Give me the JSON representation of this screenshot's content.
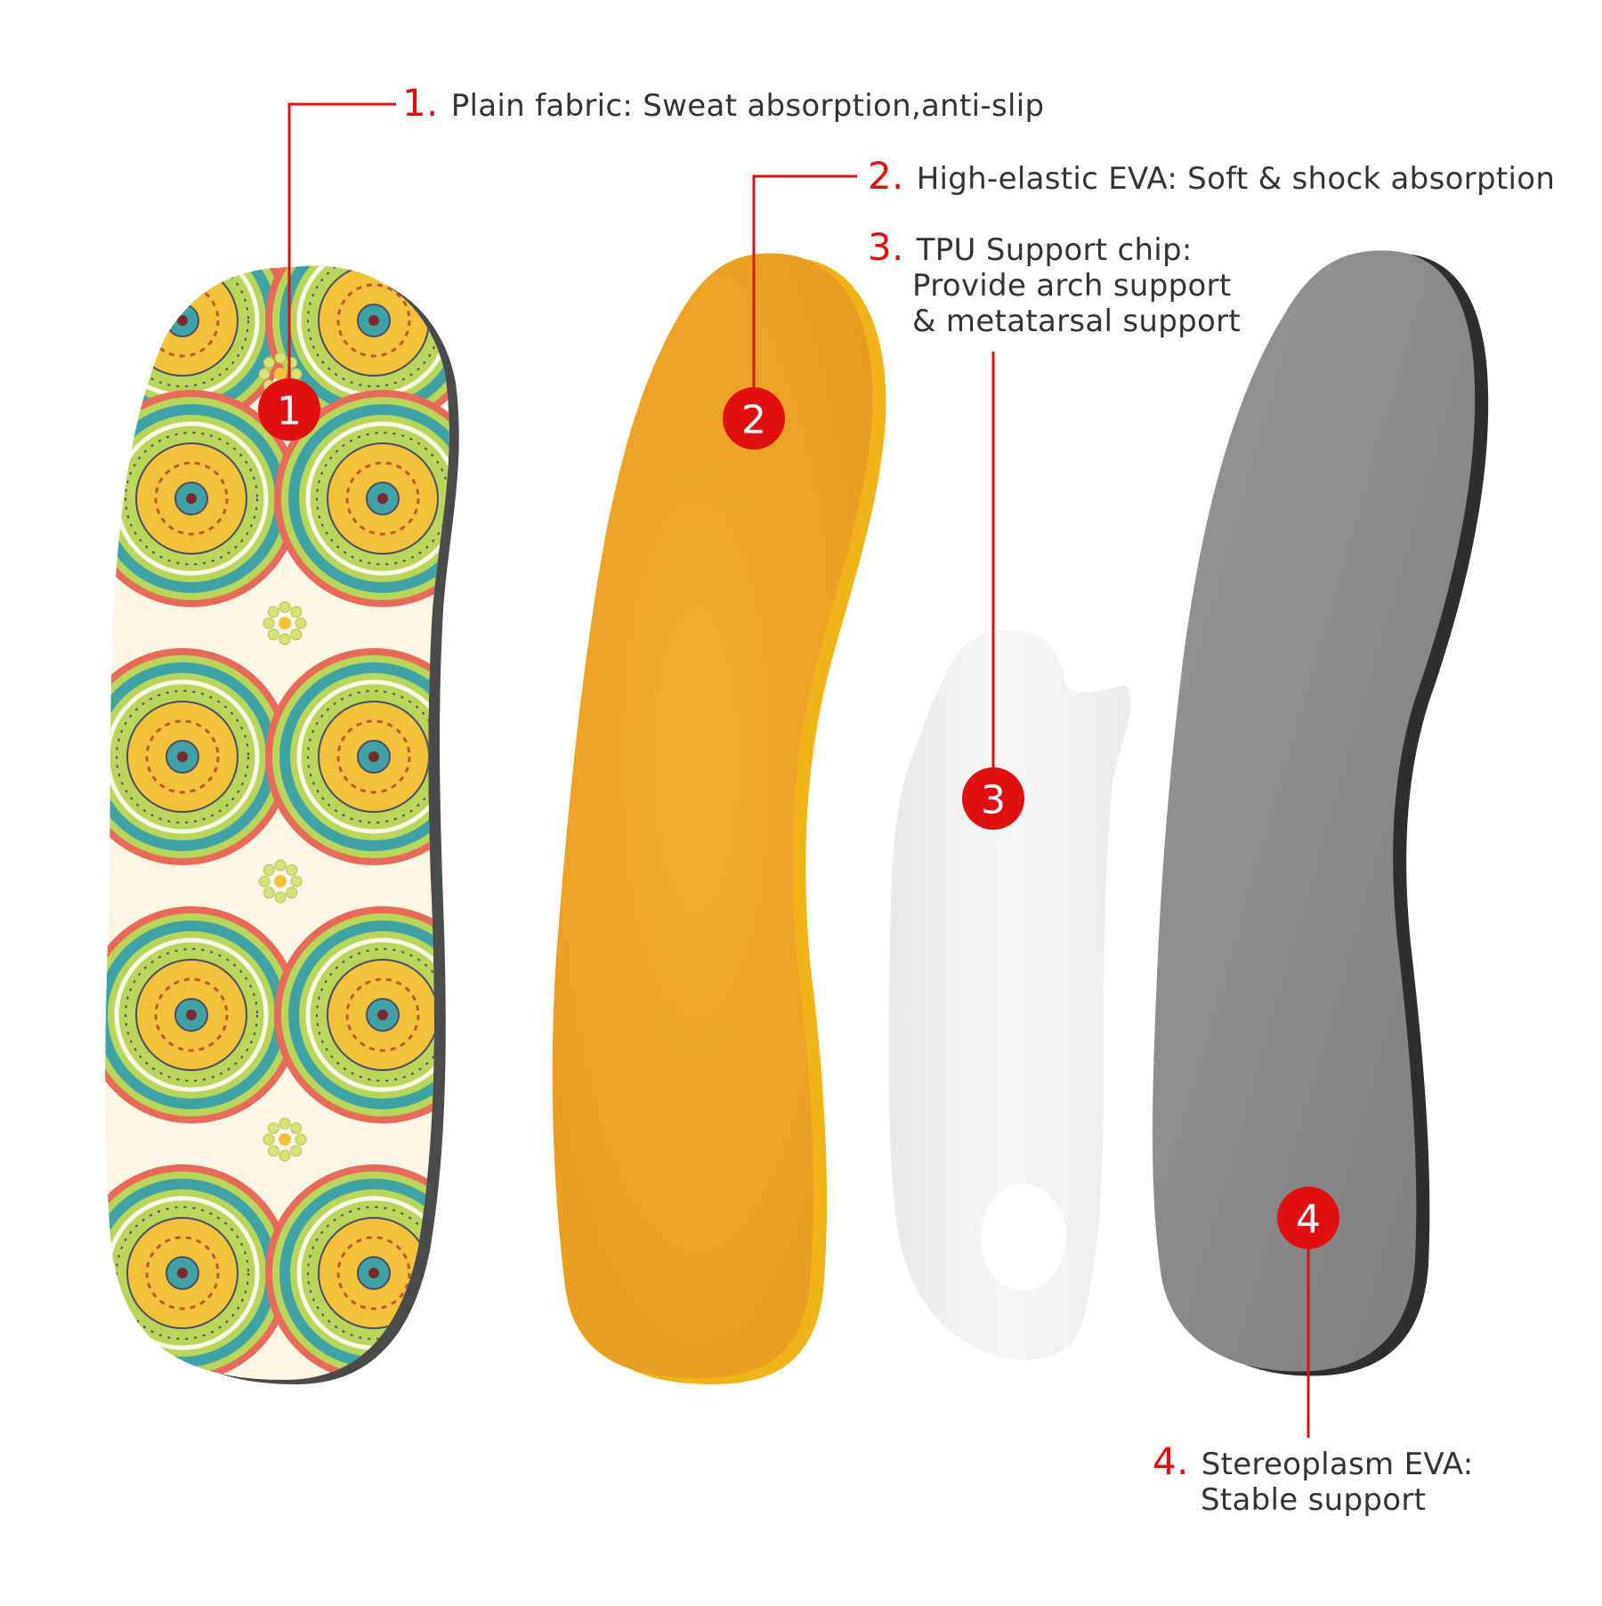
{
  "callouts": [
    {
      "number": "1.",
      "badge": "1",
      "lines": [
        "Plain fabric: Sweat absorption,anti-slip"
      ]
    },
    {
      "number": "2.",
      "badge": "2",
      "lines": [
        "High-elastic EVA: Soft & shock absorption"
      ]
    },
    {
      "number": "3.",
      "badge": "3",
      "lines": [
        "TPU Support chip:",
        "Provide arch support",
        "& metatarsal support"
      ]
    },
    {
      "number": "4.",
      "badge": "4",
      "lines": [
        "Stereoplasm EVA:",
        "Stable support"
      ]
    }
  ],
  "colors": {
    "accent_red": "#e01010",
    "text": "#333333",
    "fabric_green": "#b8d65a",
    "fabric_teal": "#3fa3a6",
    "fabric_coral": "#e86b5a",
    "fabric_yellow": "#f2c23a",
    "eva_orange": "#eea224",
    "tpu_white": "#f3f3f3",
    "base_gray": "#8b8b8b"
  }
}
